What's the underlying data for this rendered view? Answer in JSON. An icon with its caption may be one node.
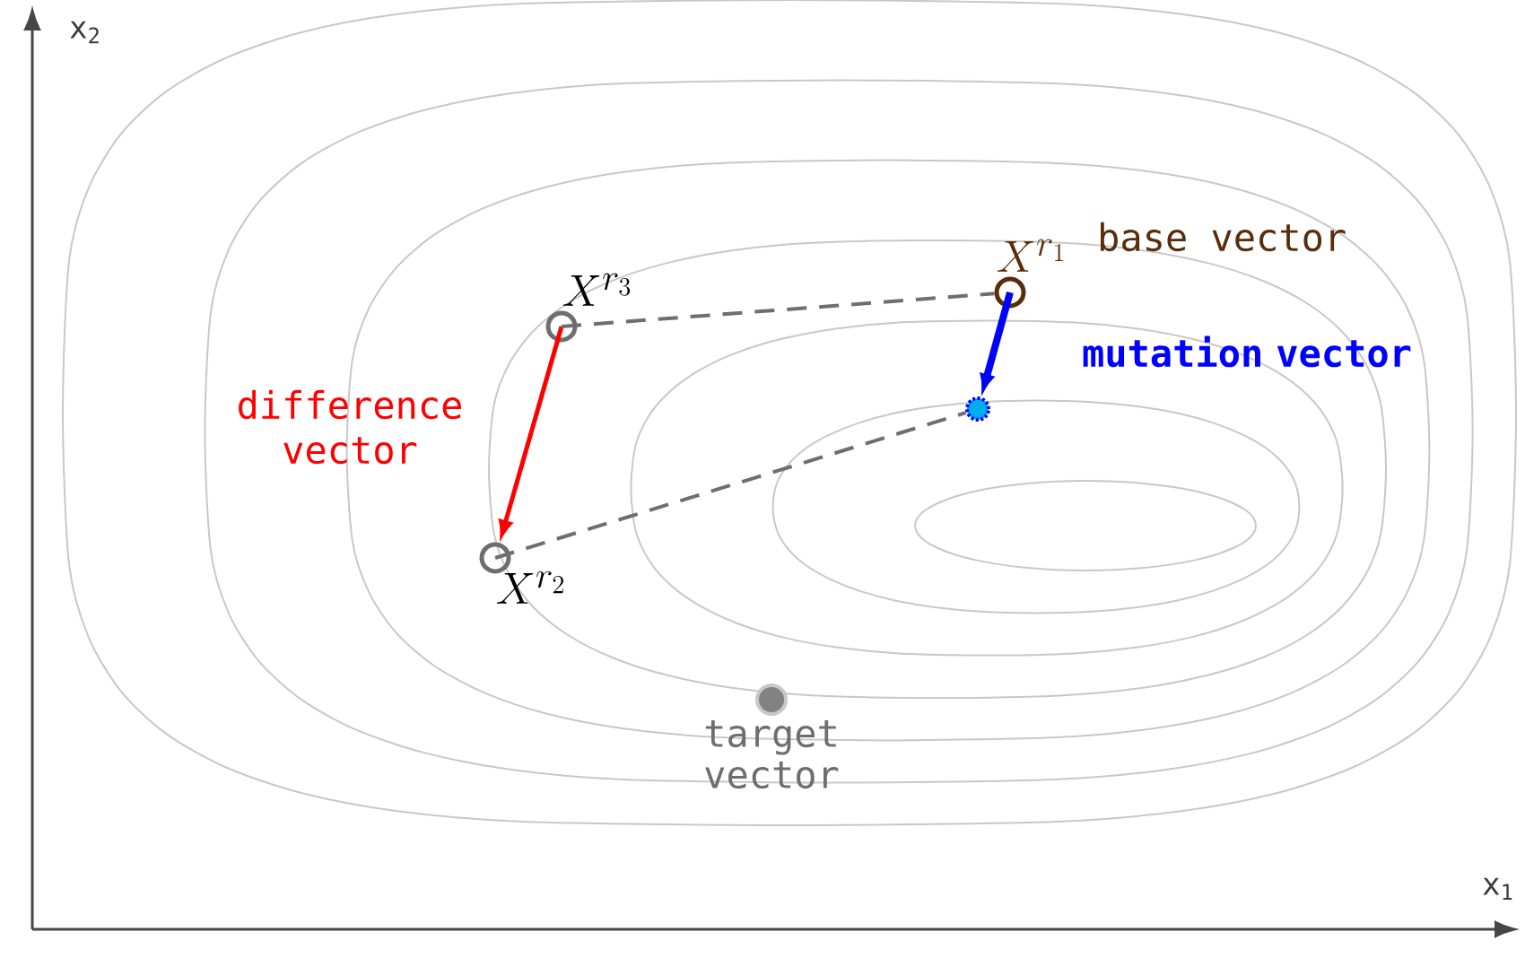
{
  "diagram": {
    "nodes": [
      {
        "text": [
          "X^{r_3}"
        ]
      },
      {
        "text": [
          "X^{r_1}",
          "base vector"
        ]
      },
      {
        "text": [
          "X^{r_2}"
        ]
      },
      {
        "text": [],
        "shape": "circle"
      },
      {
        "text": [
          "target vector"
        ]
      }
    ],
    "edges": [
      {
        "from": 0,
        "to": 2,
        "arrow": "to",
        "label": "difference vector",
        "color": "#ff0000"
      },
      {
        "from": 1,
        "to": 3,
        "arrow": "to",
        "label": "mutation vector",
        "color": "#0000ff",
        "style": "thick"
      },
      {
        "from": 0,
        "to": 1,
        "arrow": "none",
        "style": "dashed"
      },
      {
        "from": 2,
        "to": 3,
        "arrow": "none",
        "style": "dashed"
      }
    ],
    "labels": [
      "x$_{2}$",
      "x$_{1}$"
    ]
  }
}
